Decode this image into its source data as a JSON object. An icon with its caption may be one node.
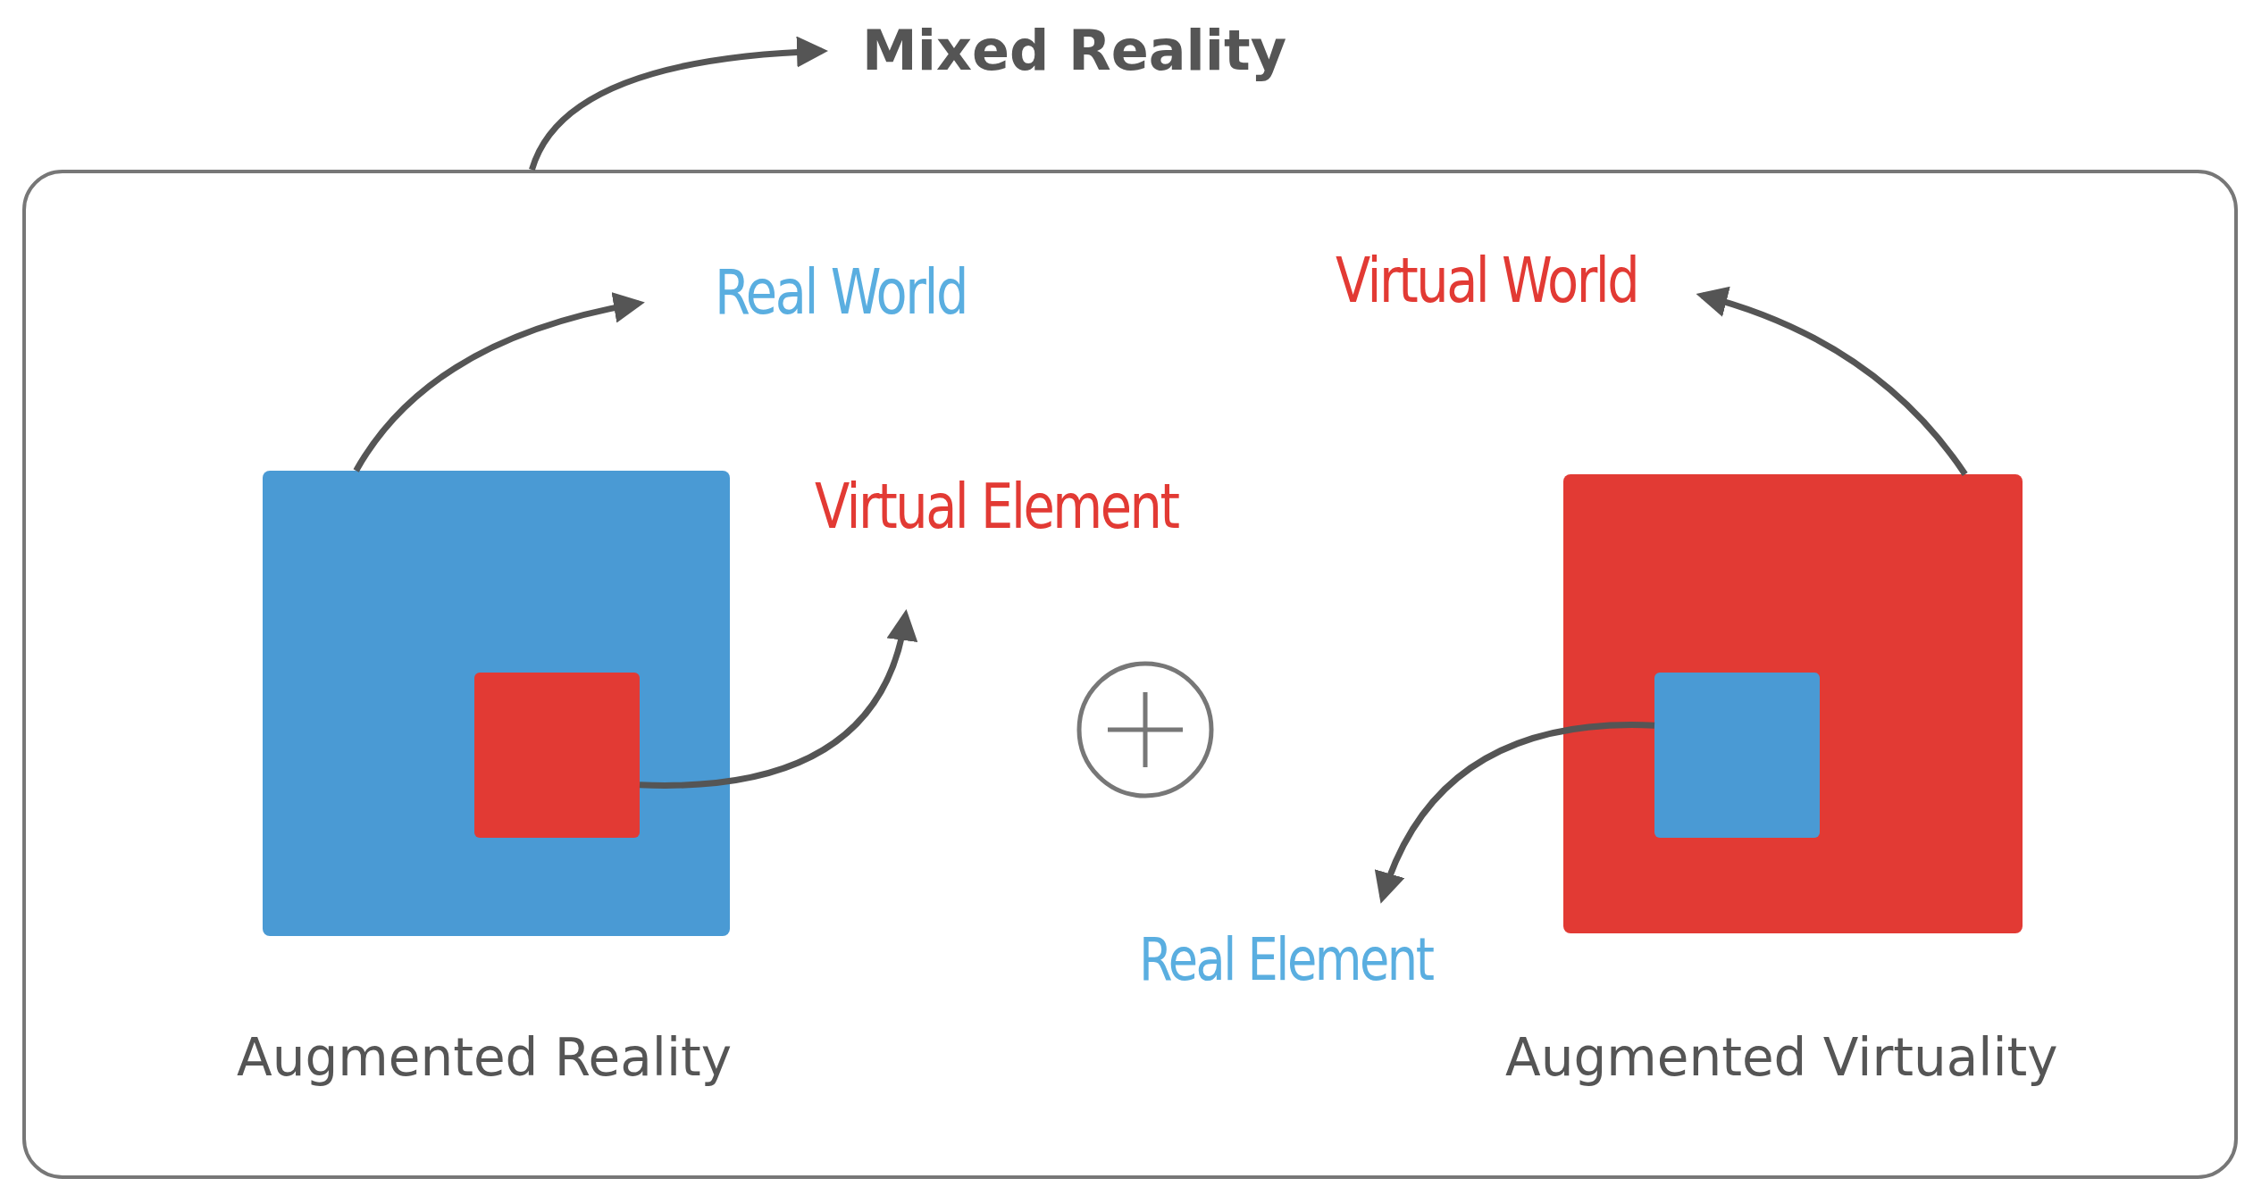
{
  "diagram": {
    "nodes": [
      {
        "text": [
          "Mixed Reality"
        ]
      },
      {
        "text": [],
        "shape": "box"
      },
      {
        "text": [
          "Real World"
        ],
        "in": 1
      },
      {
        "text": [
          "Virtual World"
        ],
        "in": 1
      },
      {
        "text": [],
        "shape": "box",
        "in": 1,
        "beside": [
          "Augmented Reality"
        ]
      },
      {
        "text": [],
        "shape": "box",
        "in": 4
      },
      {
        "text": [
          "Virtual Element"
        ],
        "in": 1
      },
      {
        "text": [],
        "shape": "box",
        "in": 1,
        "beside": [
          "Augmented Virtuality"
        ]
      },
      {
        "text": [],
        "shape": "box",
        "in": 7
      },
      {
        "text": [
          "Real Element"
        ],
        "in": 1
      }
    ],
    "edges": [
      {
        "from": 1,
        "to": 0,
        "arrow": "to"
      },
      {
        "from": 4,
        "to": 2,
        "arrow": "to"
      },
      {
        "from": 5,
        "to": 6,
        "arrow": "to"
      },
      {
        "from": 7,
        "to": 3,
        "arrow": "to"
      },
      {
        "from": 8,
        "to": 9,
        "arrow": "to"
      }
    ]
  }
}
